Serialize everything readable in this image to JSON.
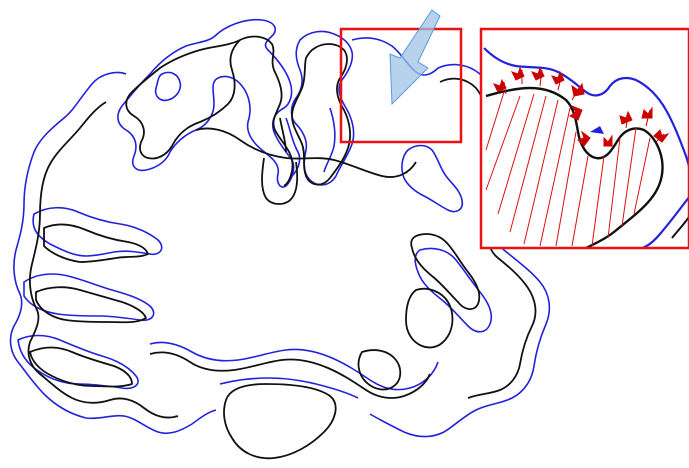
{
  "figure": {
    "type": "brain-coronal-slice-surfaces",
    "colors": {
      "outer_surface": "#2222dd",
      "inner_surface": "#111111",
      "highlight_box": "#ee1111",
      "arrow_fill": "#9ec3e6",
      "arrow_stroke": "#5b9bd5",
      "vector_lines": "#dd1111",
      "background": "#ffffff"
    },
    "elements": {
      "outer_surface_label": "pial-surface",
      "inner_surface_label": "white-matter-surface",
      "zoom_inset": "zoomed-region",
      "arrow": "pointer-arrow"
    }
  }
}
